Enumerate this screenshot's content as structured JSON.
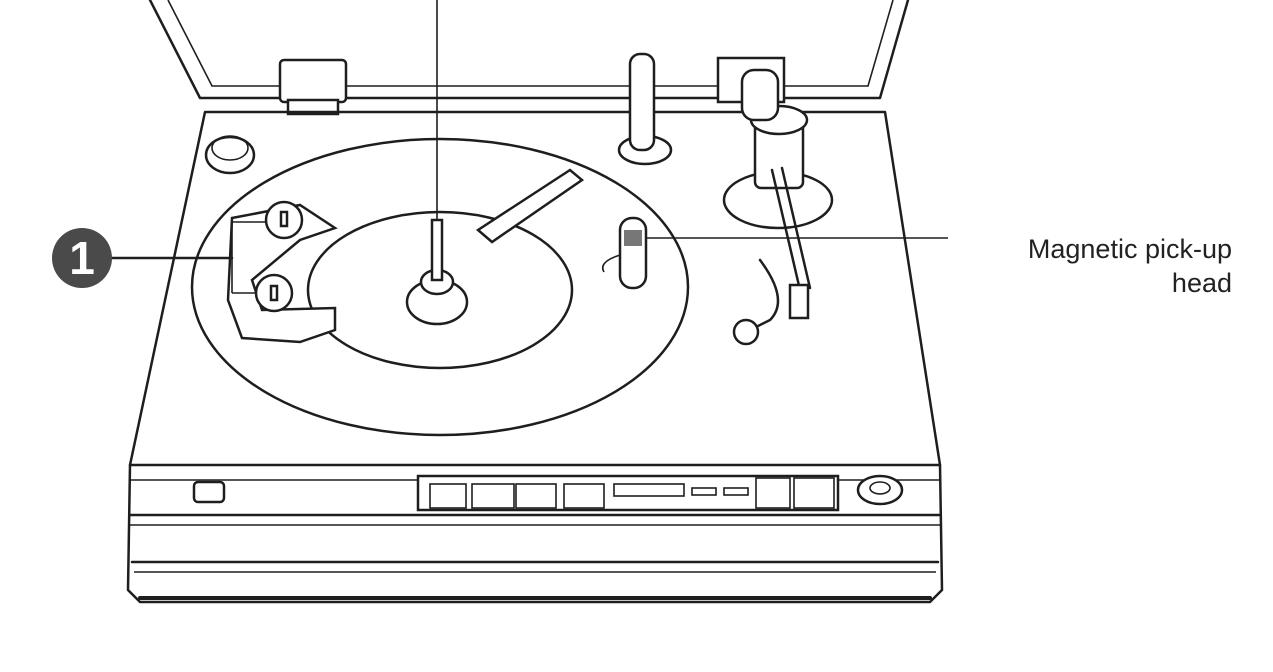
{
  "callouts": [
    {
      "number": "1"
    }
  ],
  "labels": {
    "pickup_line1": "Magnetic pick-up",
    "pickup_line2": "head"
  },
  "colors": {
    "ink": "#1e1e1e",
    "callout_fill": "#4a4a4a",
    "background": "#ffffff"
  }
}
